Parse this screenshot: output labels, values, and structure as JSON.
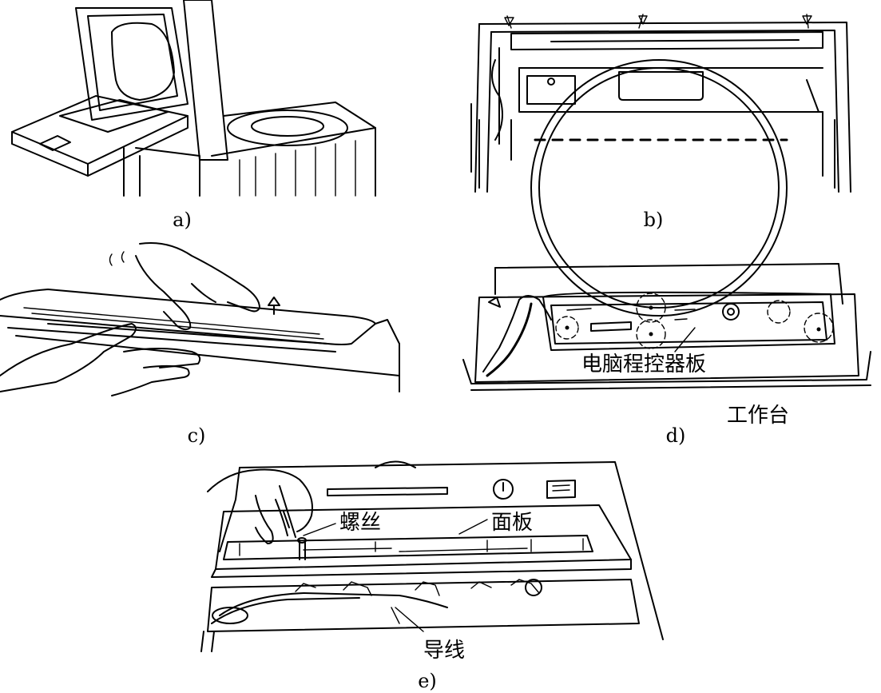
{
  "panels": {
    "a": {
      "caption": "a)"
    },
    "b": {
      "caption": "b)"
    },
    "c": {
      "caption": "c)"
    },
    "d": {
      "caption": "d)",
      "labels": {
        "board": "电脑程控器板",
        "workbench": "工作台"
      }
    },
    "e": {
      "caption": "e)",
      "labels": {
        "screw": "螺丝",
        "panel": "面板",
        "wire": "导线"
      }
    }
  }
}
